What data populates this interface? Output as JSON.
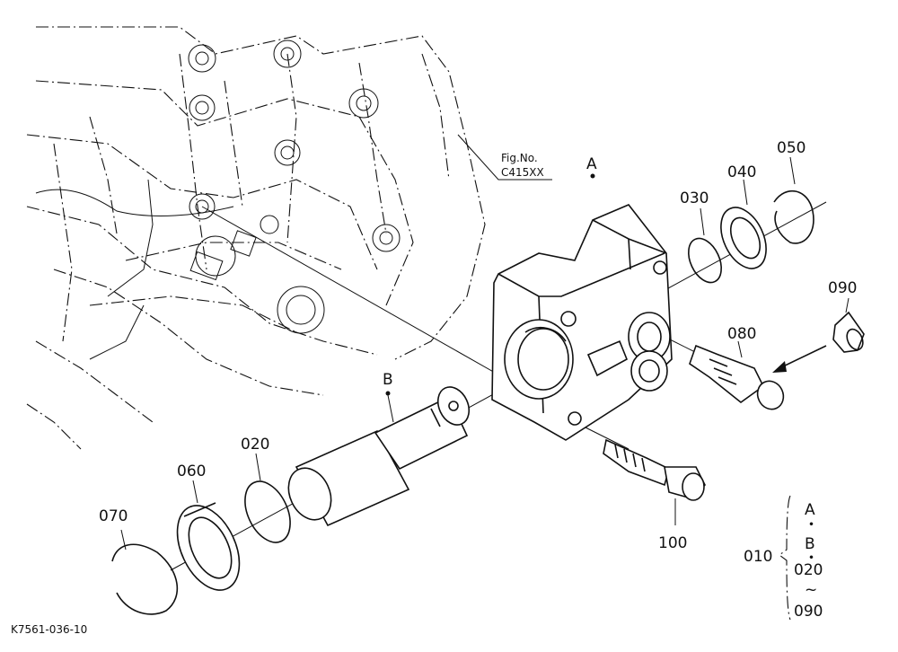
{
  "figure_ref": {
    "line1": "Fig.No.",
    "line2": "C415XX"
  },
  "drawing_code": "K7561-036-10",
  "markers": {
    "a": "A",
    "b": "B"
  },
  "parts": {
    "p010": "010",
    "p020": "020",
    "p030": "030",
    "p040": "040",
    "p050": "050",
    "p060": "060",
    "p070": "070",
    "p080": "080",
    "p090": "090",
    "p100": "100"
  },
  "assembly_bracket": {
    "line1": "A",
    "dot1": "・",
    "line2": "B",
    "dot2": "・",
    "line3": "020",
    "tilde": "~",
    "line4": "090"
  }
}
